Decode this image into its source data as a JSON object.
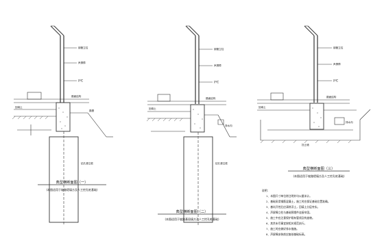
{
  "sections": [
    {
      "title": "典型横断面图（一）",
      "subtitle": "(本图适用于坡路堤填方及人工挖孔桩基础)",
      "labels": [
        "钢管立柱",
        "声屏障",
        "护栏",
        "路面结构",
        "路基",
        "钻孔灌注桩",
        "回填土"
      ]
    },
    {
      "title": "典型横断面图（二）",
      "subtitle": "(本图适用于坡路基段填方及人工挖孔桩基础)",
      "labels": [
        "钢管立柱",
        "声屏障",
        "护栏",
        "路面结构",
        "排水沟",
        "钻孔灌注桩",
        "回填土"
      ]
    },
    {
      "title": "典型横断面图（三）",
      "subtitle": "(本图适用于坡路堤填方及人工挖孔桩基础)",
      "labels": [
        "钢管立柱",
        "声屏障",
        "护栏",
        "路面结构",
        "排水沟",
        "挡土墙",
        "回填土"
      ]
    }
  ],
  "notes": {
    "heading": "说明：",
    "lines": [
      "1、本图尺寸单位除注明外均以厘米计。",
      "2、基础采用钢筋混凝土，施工时应保证基础位置准确。",
      "3、基坑开挖后应清除浮土，回填土分层夯实。",
      "4、声屏障立柱与基础预埋件连接牢固。",
      "5、施工中应注意保护既有管线及构造物。",
      "6、其余未尽事宜按相关规范执行。",
      "7、施工时应做好排水措施。",
      "8、声屏障安装前应复核基础标高。"
    ]
  }
}
